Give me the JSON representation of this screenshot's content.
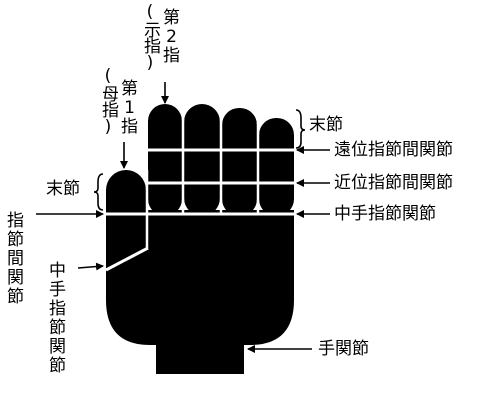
{
  "diagram": {
    "labels": {
      "thumb_name": "第1指",
      "thumb_alias": "(母指)",
      "index_name": "第2指",
      "index_alias": "(示指)",
      "distal_phalanx_right": "末節",
      "distal_phalanx_left": "末節",
      "dip_joint": "遠位指節間関節",
      "pip_joint": "近位指節間関節",
      "mcp_joint_right": "中手指節関節",
      "ip_joint": "指節間関節",
      "mcp_joint_left": "中手指節関節",
      "wrist_joint": "手関節"
    },
    "colors": {
      "shape": "#000000",
      "line": "#ffffff",
      "background": "#ffffff"
    }
  }
}
